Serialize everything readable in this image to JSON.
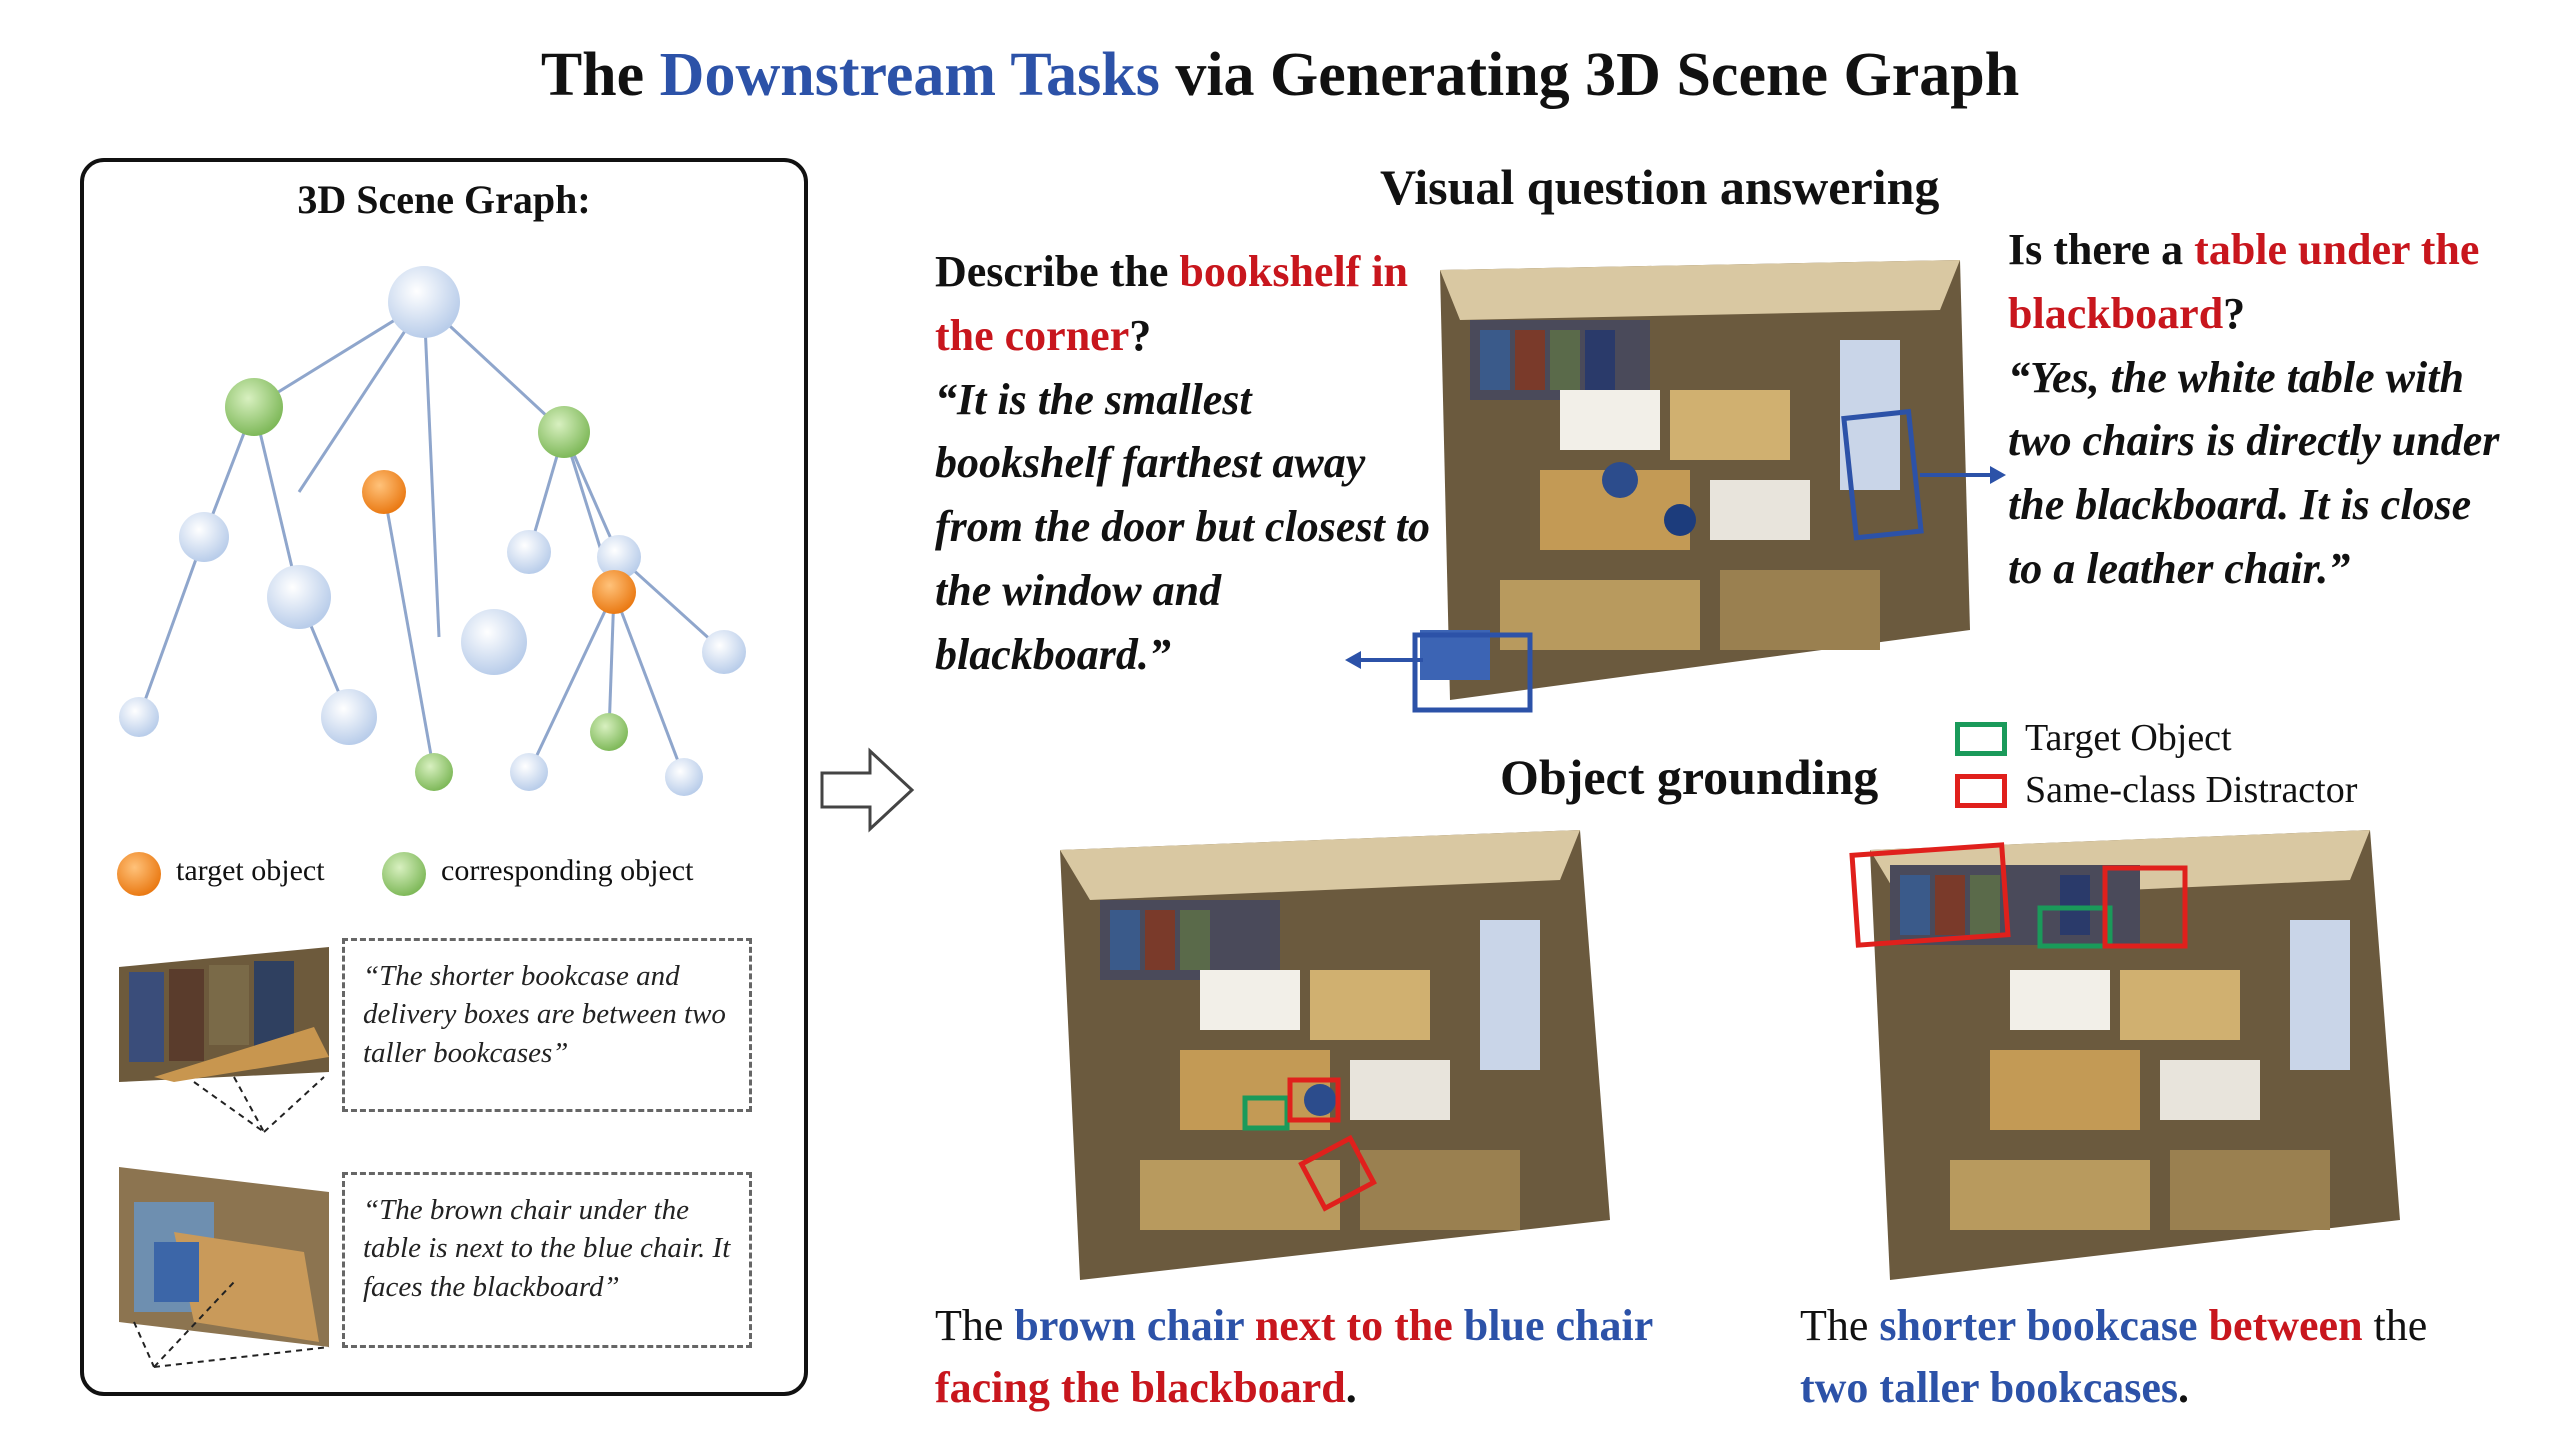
{
  "title": {
    "prefix": "The ",
    "highlight": "Downstream Tasks",
    "suffix": " via Generating 3D Scene Graph"
  },
  "colors": {
    "accent_blue": "#2c52a8",
    "accent_red": "#c8161d",
    "target_green": "#1a9a5a",
    "node_orange": "#f08a24",
    "node_green": "#8fc66b",
    "node_light": "#dbe6f5"
  },
  "scene_graph": {
    "heading": "3D Scene Graph:",
    "legend": [
      {
        "label": "target object",
        "color": "#f08a24"
      },
      {
        "label": "corresponding object",
        "color": "#8fc66b"
      }
    ],
    "descriptions": [
      "“The shorter bookcase and delivery boxes are between two taller bookcases”",
      "“The brown chair under the table is next to the blue chair. It faces the blackboard”"
    ]
  },
  "vqa": {
    "heading": "Visual question answering",
    "left": {
      "q_pre": "Describe the ",
      "q_red": "bookshelf in the corner",
      "q_post": "?",
      "answer": "“It is the smallest bookshelf farthest away from the door but closest to the window and blackboard.”"
    },
    "right": {
      "q_pre": "Is there a ",
      "q_red": "table under the blackboard",
      "q_post": "?",
      "answer": "“Yes, the white table with two chairs is directly under the blackboard. It is close to a leather chair.”"
    }
  },
  "grounding": {
    "heading": "Object grounding",
    "legend": [
      {
        "label": "Target Object",
        "color": "#1a9a5a"
      },
      {
        "label": "Same-class Distractor",
        "color": "#e0201c"
      }
    ],
    "caption_left": {
      "the": "The ",
      "p1": "brown chair",
      "p2": " next to the ",
      "p3": "blue chair",
      "p4": "facing the blackboard",
      "end": "."
    },
    "caption_right": {
      "the": "The ",
      "p1": "shorter bookcase",
      "p2": " between ",
      "the2": "the",
      "p3": "two taller bookcases",
      "end": "."
    }
  }
}
